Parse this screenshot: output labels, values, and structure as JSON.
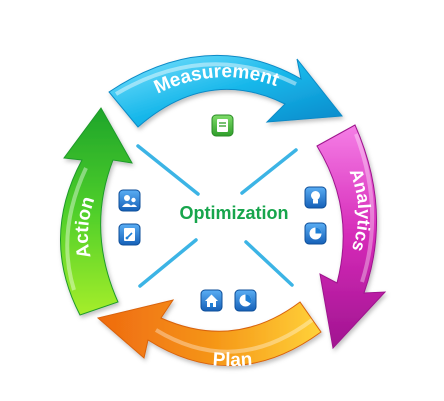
{
  "diagram": {
    "center_label": "Optimization",
    "stages": [
      {
        "label": "Measurement",
        "color": "#12b6e8"
      },
      {
        "label": "Analytics",
        "color": "#d226b6"
      },
      {
        "label": "Plan",
        "color": "#f28a12"
      },
      {
        "label": "Action",
        "color": "#3cc82a"
      }
    ],
    "icons": [
      {
        "name": "document-icon"
      },
      {
        "name": "lightbulb-icon"
      },
      {
        "name": "pie-chart-icon"
      },
      {
        "name": "home-icon"
      },
      {
        "name": "chart-icon"
      },
      {
        "name": "people-icon"
      },
      {
        "name": "notes-icon"
      }
    ],
    "colors": {
      "center_text": "#17a54c",
      "spoke": "#1aa7e0",
      "icon_blue": "#1e7fd6",
      "icon_green": "#43b83a"
    }
  }
}
